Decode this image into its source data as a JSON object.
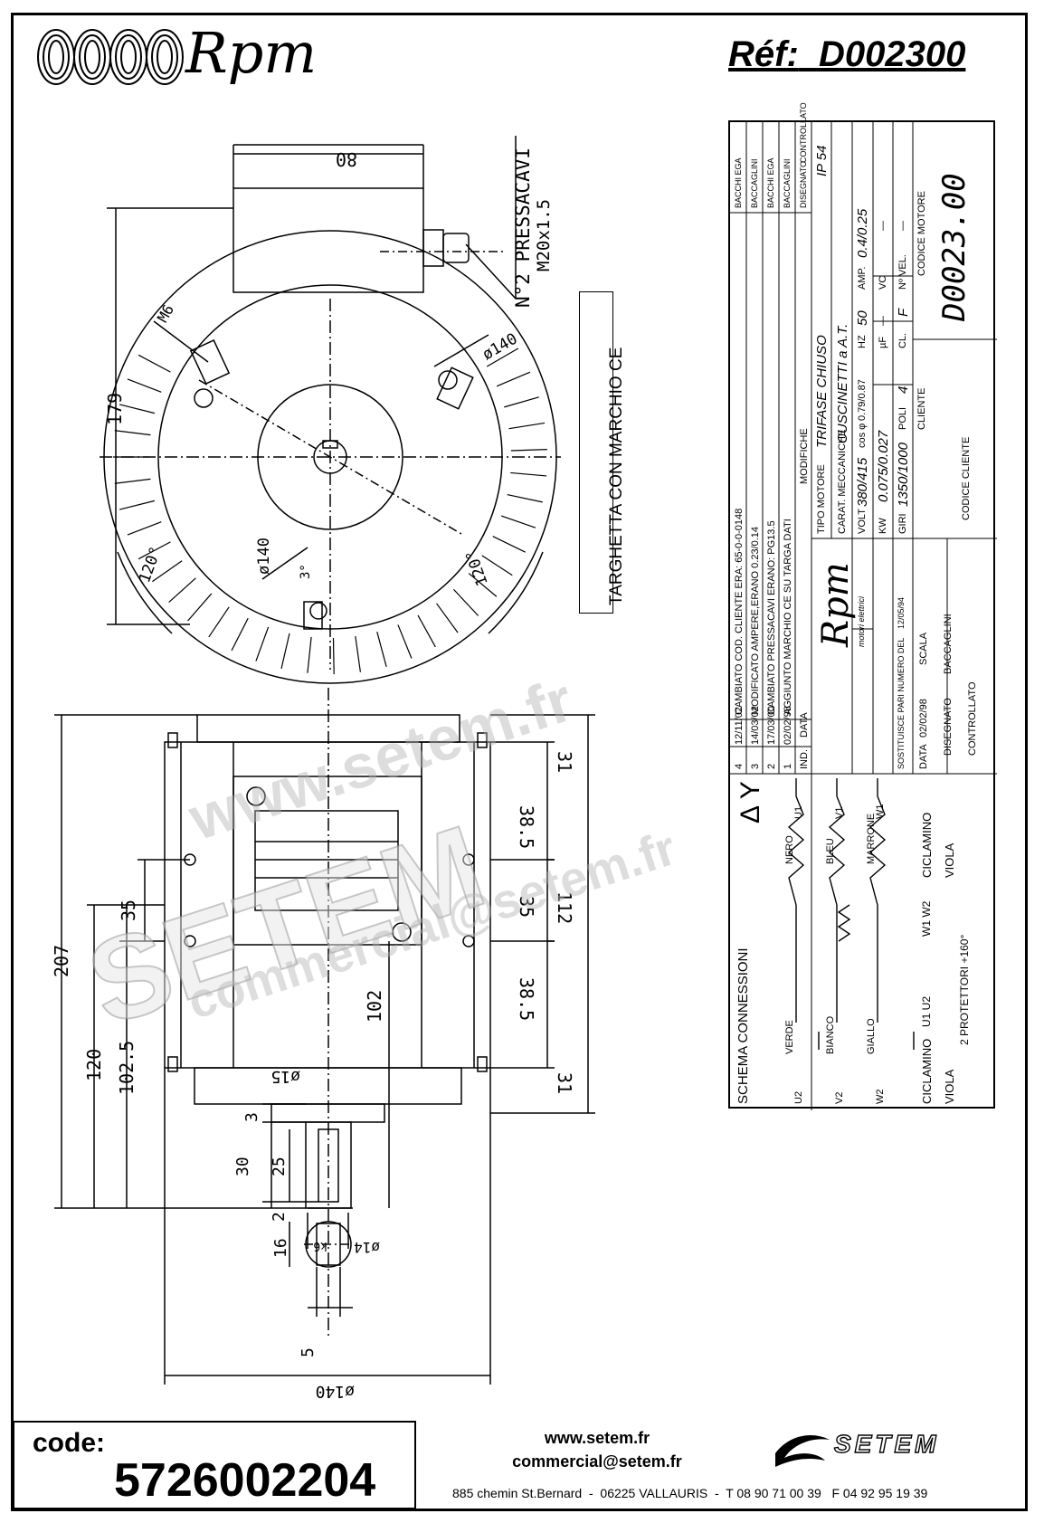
{
  "header": {
    "brand": "Rpm",
    "ref_label": "Réf:",
    "ref_value": "D002300"
  },
  "dimensions": {
    "d80": "80",
    "d179": "179",
    "pressacavi": "N°2 PRESSACAVI",
    "pressacavi_thread": "M20x1.5",
    "m6": "M6",
    "phi140_top": "ø140",
    "phi140_mid": "ø140",
    "angle_left": "120°",
    "angle_right": "120°",
    "angle_small": "3°",
    "d207": "207",
    "d120": "120",
    "d102_5": "102.5",
    "d35_left": "35",
    "d102": "102",
    "d31_top": "31",
    "d38_5_top": "38.5",
    "d35_right": "35",
    "d112": "112",
    "d38_5_bot": "38.5",
    "d31_bot": "31",
    "phi15": "ø15",
    "d3": "3",
    "d30": "30",
    "d25": "25",
    "d2": "2",
    "phi14": "ø14",
    "k6": "k6",
    "d16": "16",
    "d5": "5",
    "phi140_bot": "ø140"
  },
  "target_label": "TARGHETTA CON MARCHIO CE",
  "table": {
    "revisions": [
      {
        "ind": "4",
        "date": "12/11/02",
        "text": "CAMBIATO COD. CLIENTE ERA: 65-0-0-0148",
        "by": "BACCHI EGA"
      },
      {
        "ind": "3",
        "date": "14/03/02",
        "text": "MODIFICATO AMPERE,ERANO 0.23/0.14",
        "by": "BACCAGLINI"
      },
      {
        "ind": "2",
        "date": "17/03/00",
        "text": "CAMBIATO PRESSACAVI ERANO: PG13.5",
        "by": "BACCHI EGA"
      },
      {
        "ind": "1",
        "date": "02/02/98",
        "text": "AGGIUNTO MARCHIO CE SU TARGA DATI",
        "by": "BACCAGLINI"
      }
    ],
    "col_ind": "IND.",
    "col_data": "DATA",
    "col_modifiche": "MODIFICHE",
    "col_disegnato": "DISEGNATO",
    "col_controllato": "CONTROLLATO",
    "tipo_motore_label": "TIPO MOTORE",
    "tipo_motore": "TRIFASE CHIUSO",
    "ip": "IP 54",
    "carat_label": "CARAT. MECCANICHE",
    "carat": "CUSCINETTI a A.T.",
    "volt_label": "VOLT",
    "volt": "380/415",
    "cos_label": "cos φ",
    "cos": "0.79/0.87",
    "hz_label": "HZ",
    "hz": "50",
    "amp_label": "AMP.",
    "amp": "0.4/0.25",
    "kw_label": "KW",
    "kw": "0.075/0.027",
    "uf_label": "µF",
    "uf": "—",
    "vc_label": "VC",
    "vc": "—",
    "giri_label": "GIRI",
    "giri": "1350/1000",
    "poli_label": "POLI",
    "poli": "4",
    "cl_label": "CL.",
    "cl": "F",
    "nvel_label": "Nº VEL.",
    "nvel": "—",
    "cliente_label": "CLIENTE",
    "codice_motore_label": "CODICE MOTORE",
    "codice_motore": "D0023.00",
    "codice_cliente_label": "CODICE CLIENTE",
    "rpm_brand": "Rpm",
    "rpm_sub": "motori elettrici",
    "sostituisce_label": "SOSTITUISCE PARI NUMERO DEL",
    "sostituisce_date": "12/05/94",
    "data_label": "DATA",
    "data_value": "02/02/98",
    "scala_label": "SCALA",
    "disegnato_label": "DISEGNATO",
    "disegnato_value": "BACCAGLINI",
    "controllato_label": "CONTROLLATO"
  },
  "schema": {
    "title": "SCHEMA CONNESSIONI",
    "delta_star": "Δ  Y",
    "wires_left": [
      "VERDE",
      "BIANCO",
      "GIALLO"
    ],
    "wires_right": [
      "NERO",
      "BLEU",
      "MARRONE"
    ],
    "terms_left": [
      "U2",
      "V2",
      "W2"
    ],
    "terms_right": [
      "U1",
      "V1",
      "W1"
    ],
    "ciclamino_left": "CICLAMINO",
    "viola_left": "VIOLA",
    "u1u2": "U1 U2",
    "w1w2": "W1 W2",
    "ciclamino_right": "CICLAMINO",
    "viola_right": "VIOLA",
    "protettori": "2 PROTETTORI +160°"
  },
  "footer": {
    "code_label": "code:",
    "code_value": "5726002204",
    "website": "www.setem.fr",
    "email": "commercial@setem.fr",
    "address": "885 chemin St.Bernard  -  06225 VALLAURIS  -  T 08 90 71 00 39   F 04 92 95 19 39",
    "setem": "SETEM"
  },
  "watermarks": {
    "w1": "www.setem.fr",
    "w2": "SETEM",
    "w3": "commercial@setem.fr"
  }
}
